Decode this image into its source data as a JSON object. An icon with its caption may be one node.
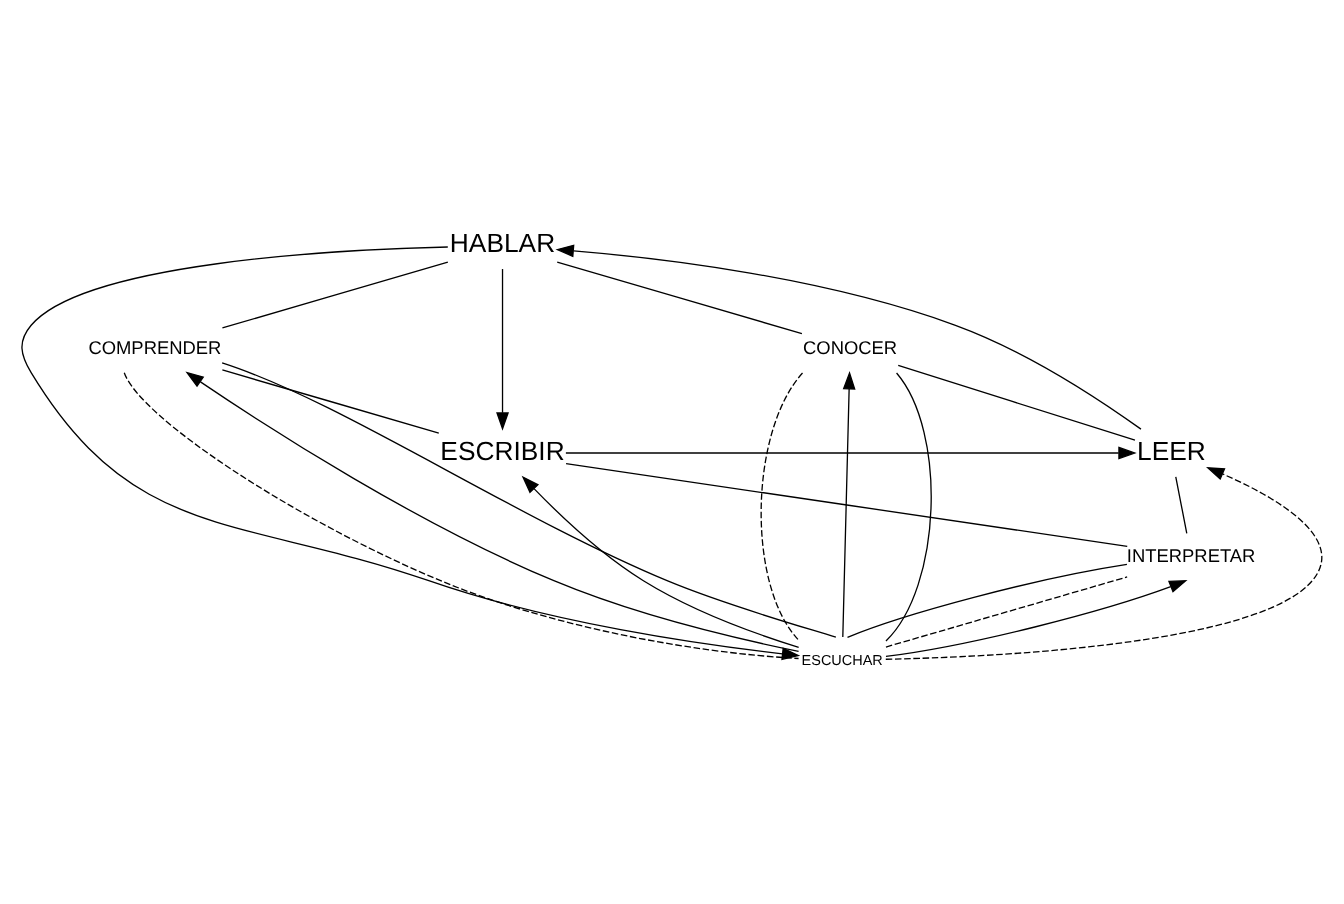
{
  "diagram": {
    "nodes": [
      {
        "text": [
          "HABLAR"
        ]
      },
      {
        "text": [
          "COMPRENDER"
        ]
      },
      {
        "text": [
          "CONOCER"
        ]
      },
      {
        "text": [
          "ESCUCHAR"
        ]
      },
      {
        "text": [
          "ESCRIBIR"
        ]
      },
      {
        "text": [
          "LEER"
        ]
      },
      {
        "text": [
          "INTERPRETAR"
        ]
      }
    ],
    "edges": [
      {
        "from": 0,
        "to": 2,
        "arrow": "none"
      },
      {
        "from": 2,
        "to": 5,
        "arrow": "none"
      },
      {
        "from": 5,
        "to": 6,
        "arrow": "none"
      },
      {
        "from": 6,
        "to": 4,
        "arrow": "none"
      },
      {
        "from": 4,
        "to": 1,
        "arrow": "none"
      },
      {
        "from": 1,
        "to": 0,
        "arrow": "none"
      },
      {
        "from": 0,
        "to": 3,
        "arrow": "to"
      },
      {
        "from": 0,
        "to": 4,
        "arrow": "to"
      },
      {
        "from": 5,
        "to": 0,
        "arrow": "to"
      },
      {
        "from": 3,
        "to": 4,
        "arrow": "to"
      },
      {
        "from": 4,
        "to": 5,
        "arrow": "to"
      },
      {
        "from": 3,
        "to": 5,
        "arrow": "to",
        "style": "dashed"
      },
      {
        "from": 1,
        "to": 3,
        "arrow": "none",
        "style": "dashed"
      },
      {
        "from": 2,
        "to": 3,
        "arrow": "none",
        "style": "dashed"
      },
      {
        "from": 3,
        "to": 6,
        "arrow": "none",
        "style": "dashed"
      },
      {
        "from": 3,
        "to": 1,
        "arrow": "to"
      },
      {
        "from": 1,
        "to": 3,
        "arrow": "none"
      },
      {
        "from": 3,
        "to": 2,
        "arrow": "to"
      },
      {
        "from": 2,
        "to": 3,
        "arrow": "none"
      },
      {
        "from": 3,
        "to": 6,
        "arrow": "to"
      },
      {
        "from": 6,
        "to": 3,
        "arrow": "none"
      }
    ]
  }
}
